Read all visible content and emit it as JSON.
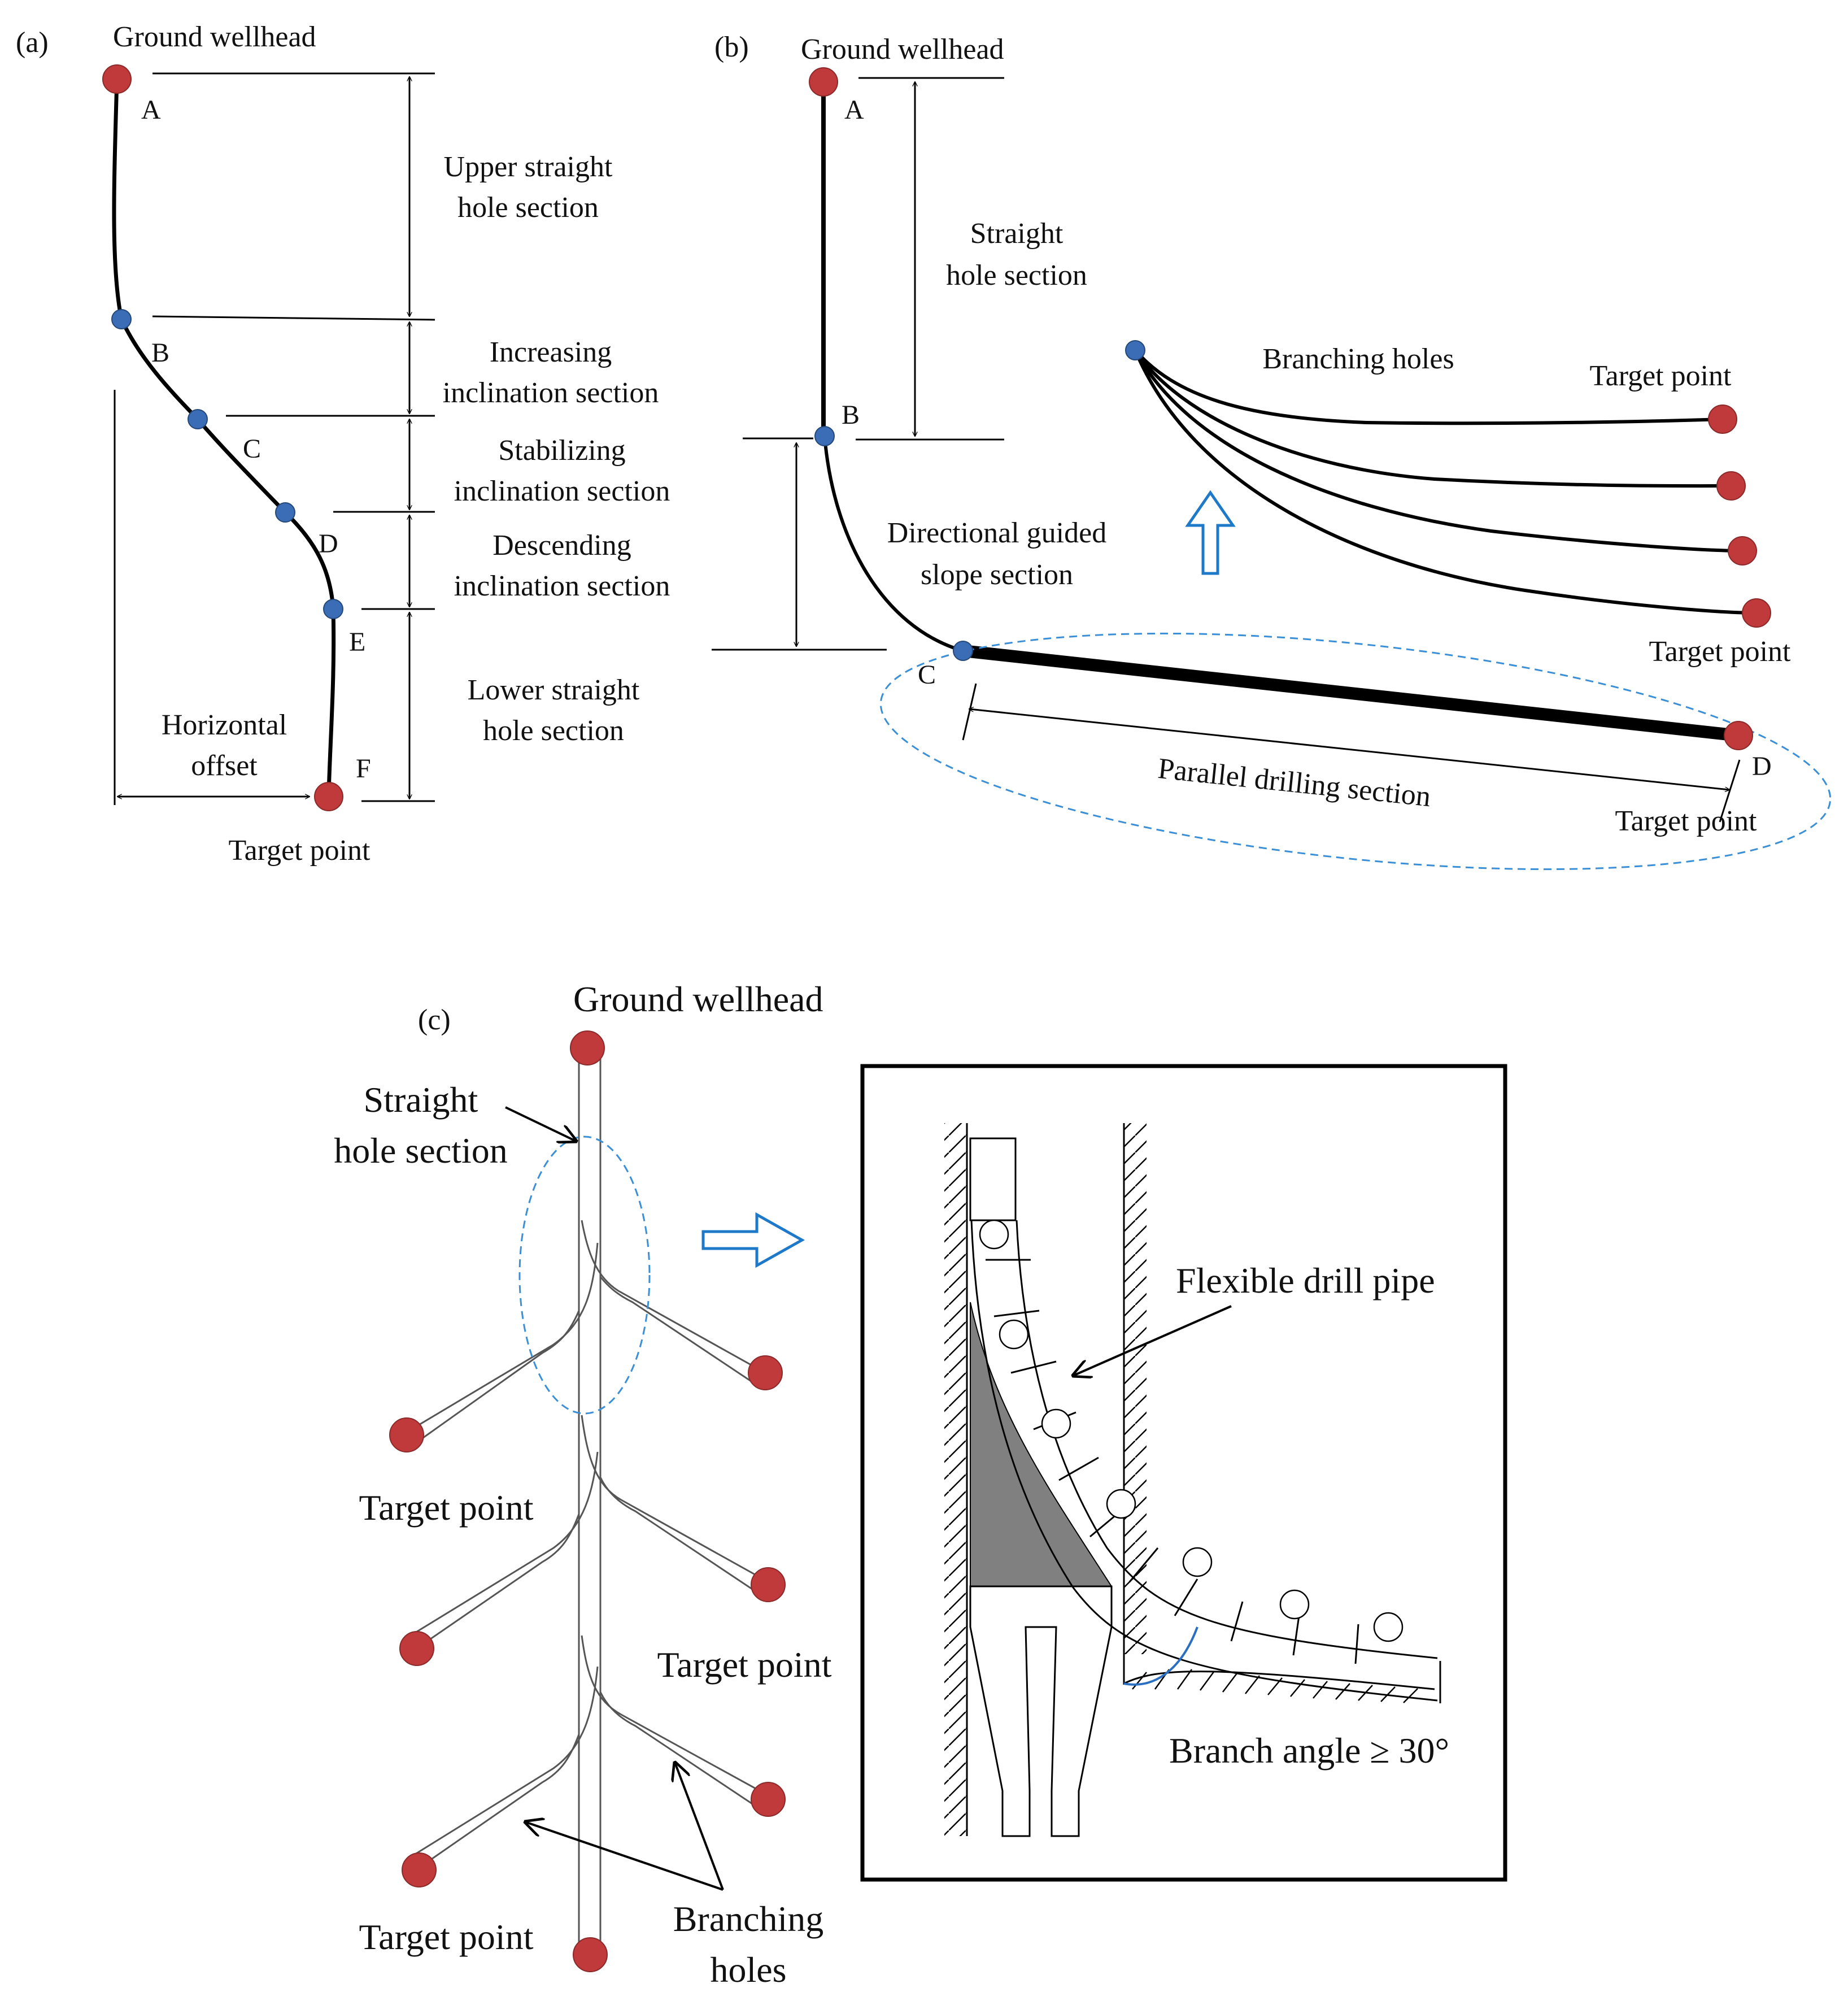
{
  "colors": {
    "line": "#000000",
    "target_point": "#c0393b",
    "intermediate_point": "#3a6db5",
    "highlight": "#3a8fd6",
    "packer_fill": "#808080"
  },
  "panel_a": {
    "tag": "(a)",
    "wellhead": "Ground wellhead",
    "points": [
      "A",
      "B",
      "C",
      "D",
      "E",
      "F"
    ],
    "upper_straight": [
      "Upper straight",
      "hole section"
    ],
    "increasing": [
      "Increasing",
      "inclination section"
    ],
    "stabilizing": [
      "Stabilizing",
      "inclination section"
    ],
    "descending": [
      "Descending",
      "inclination section"
    ],
    "lower_straight": [
      "Lower straight",
      "hole section"
    ],
    "horizontal_offset": [
      "Horizontal",
      "offset"
    ],
    "target": "Target point"
  },
  "panel_b": {
    "tag": "(b)",
    "wellhead": "Ground wellhead",
    "points": [
      "A",
      "B",
      "C",
      "D"
    ],
    "straight": [
      "Straight",
      "hole section"
    ],
    "directional": [
      "Directional guided",
      "slope section"
    ],
    "parallel": "Parallel drilling section",
    "branching": "Branching holes",
    "target_top": "Target point",
    "target_mid": "Target point",
    "target_bottom": "Target point"
  },
  "panel_c": {
    "tag": "(c)",
    "wellhead": "Ground wellhead",
    "straight": [
      "Straight",
      "hole section"
    ],
    "target_1": "Target point",
    "target_2": "Target point",
    "target_3": "Target point",
    "branching": [
      "Branching",
      "holes"
    ],
    "flexible_pipe": "Flexible drill pipe",
    "branch_angle": "Branch angle ≥ 30°"
  }
}
